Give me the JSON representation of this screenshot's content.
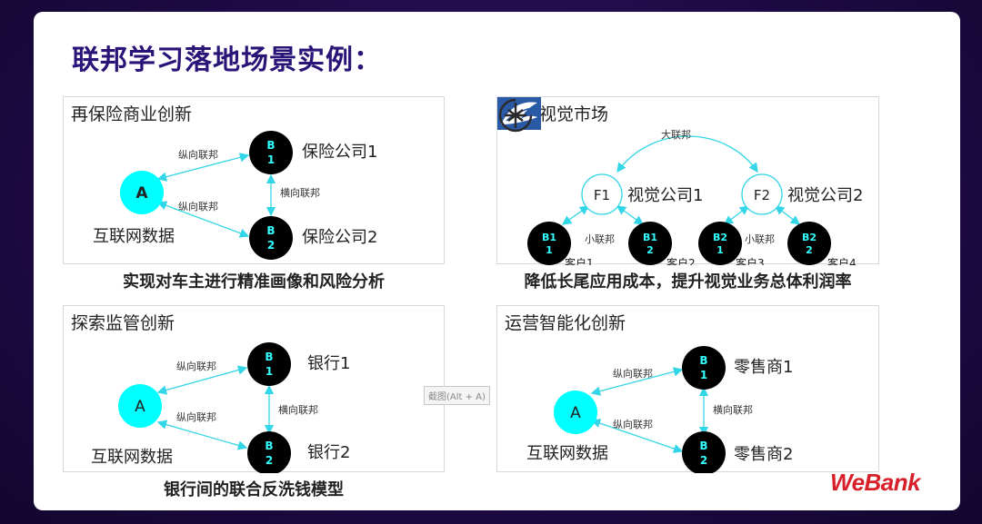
{
  "title": "联邦学习落地场景实例：",
  "brand": "WeBank",
  "tooltip": "截图(Alt + A)",
  "panels": {
    "reinsurance": {
      "title": "再保险商业创新",
      "node_a": "A",
      "node_b1": [
        "B",
        "1"
      ],
      "node_b2": [
        "B",
        "2"
      ],
      "label_a": "互联网数据",
      "label_b1": "保险公司1",
      "label_b2": "保险公司2",
      "edge_top": "纵向联邦",
      "edge_bottom": "纵向联邦",
      "edge_vertical": "横向联邦",
      "caption": "实现对车主进行精准画像和风险分析"
    },
    "vision": {
      "title": "机器视觉市场",
      "big_fed": "大联邦",
      "f1": "F1",
      "f2": "F2",
      "f1_label": "视觉公司1",
      "f2_label": "视觉公司2",
      "small_fed_1": "小联邦",
      "small_fed_2": "小联邦",
      "clients": [
        {
          "top": "B1",
          "bottom": "1",
          "label": "客户1"
        },
        {
          "top": "B1",
          "bottom": "2",
          "label": "客户2"
        },
        {
          "top": "B2",
          "bottom": "1",
          "label": "客户3"
        },
        {
          "top": "B2",
          "bottom": "2",
          "label": "客户4"
        }
      ],
      "caption": "降低长尾应用成本，提升视觉业务总体利润率"
    },
    "regulation": {
      "title": "探索监管创新",
      "node_a": "A",
      "node_b1": [
        "B",
        "1"
      ],
      "node_b2": [
        "B",
        "2"
      ],
      "label_a": "互联网数据",
      "label_b1": "银行1",
      "label_b2": "银行2",
      "edge_top": "纵向联邦",
      "edge_bottom": "纵向联邦",
      "edge_vertical": "横向联邦",
      "caption": "银行间的联合反洗钱模型"
    },
    "operations": {
      "title": "运营智能化创新",
      "node_a": "A",
      "node_b1": [
        "B",
        "1"
      ],
      "node_b2": [
        "B",
        "2"
      ],
      "label_a": "互联网数据",
      "label_b1": "零售商1",
      "label_b2": "零售商2",
      "edge_top": "纵向联邦",
      "edge_bottom": "纵向联邦",
      "edge_vertical": "横向联邦"
    }
  },
  "colors": {
    "cyan_node": "#00ffff",
    "black_node": "#000000",
    "node_text_on_black": "#33ffff",
    "arrow": "#33d6e6",
    "title": "#2a1478",
    "brand": "#d8202a"
  }
}
